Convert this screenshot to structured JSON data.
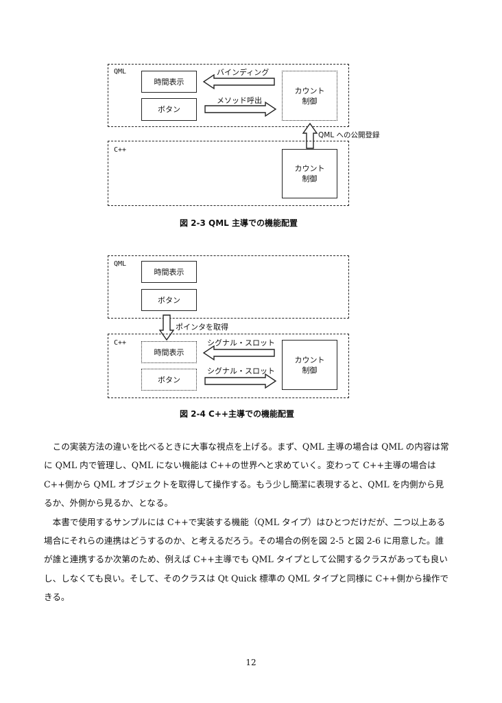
{
  "figure1": {
    "qml_tag": "QML",
    "cpp_tag": "C++",
    "time_display": "時間表示",
    "button": "ボタン",
    "count_control_line1": "カウント",
    "count_control_line2": "制御",
    "binding_label": "バインディング",
    "method_call_label": "メソッド呼出",
    "publish_label": "QML への公開登録",
    "caption": "図 2-3 QML 主導での機能配置"
  },
  "figure2": {
    "qml_tag": "QML",
    "cpp_tag": "C++",
    "time_display": "時間表示",
    "button": "ボタン",
    "get_pointer_label": "ポインタを取得",
    "signal_slot_label": "シグナル・スロット",
    "count_control_line1": "カウント",
    "count_control_line2": "制御",
    "caption": "図 2-4 C++主導での機能配置"
  },
  "body_paragraphs": [
    "この実装方法の違いを比べるときに大事な視点を上げる。まず、QML 主導の場合は QML の内容は常に QML 内で管理し、QML にない機能は C++の世界へと求めていく。変わって C++主導の場合は C++側から QML オブジェクトを取得して操作する。もう少し簡潔に表現すると、QML を内側から見るか、外側から見るか、となる。",
    "本書で使用するサンプルには C++で実装する機能（QML タイプ）はひとつだけだが、二つ以上ある場合にそれらの連携はどうするのか、と考えるだろう。その場合の例を図 2-5 と図 2-6 に用意した。誰が誰と連携するか次第のため、例えば C++主導でも QML タイプとして公開するクラスがあっても良いし、しなくても良い。そして、そのクラスは Qt Quick 標準の QML タイプと同様に C++側から操作できる。"
  ],
  "page_number": "12"
}
